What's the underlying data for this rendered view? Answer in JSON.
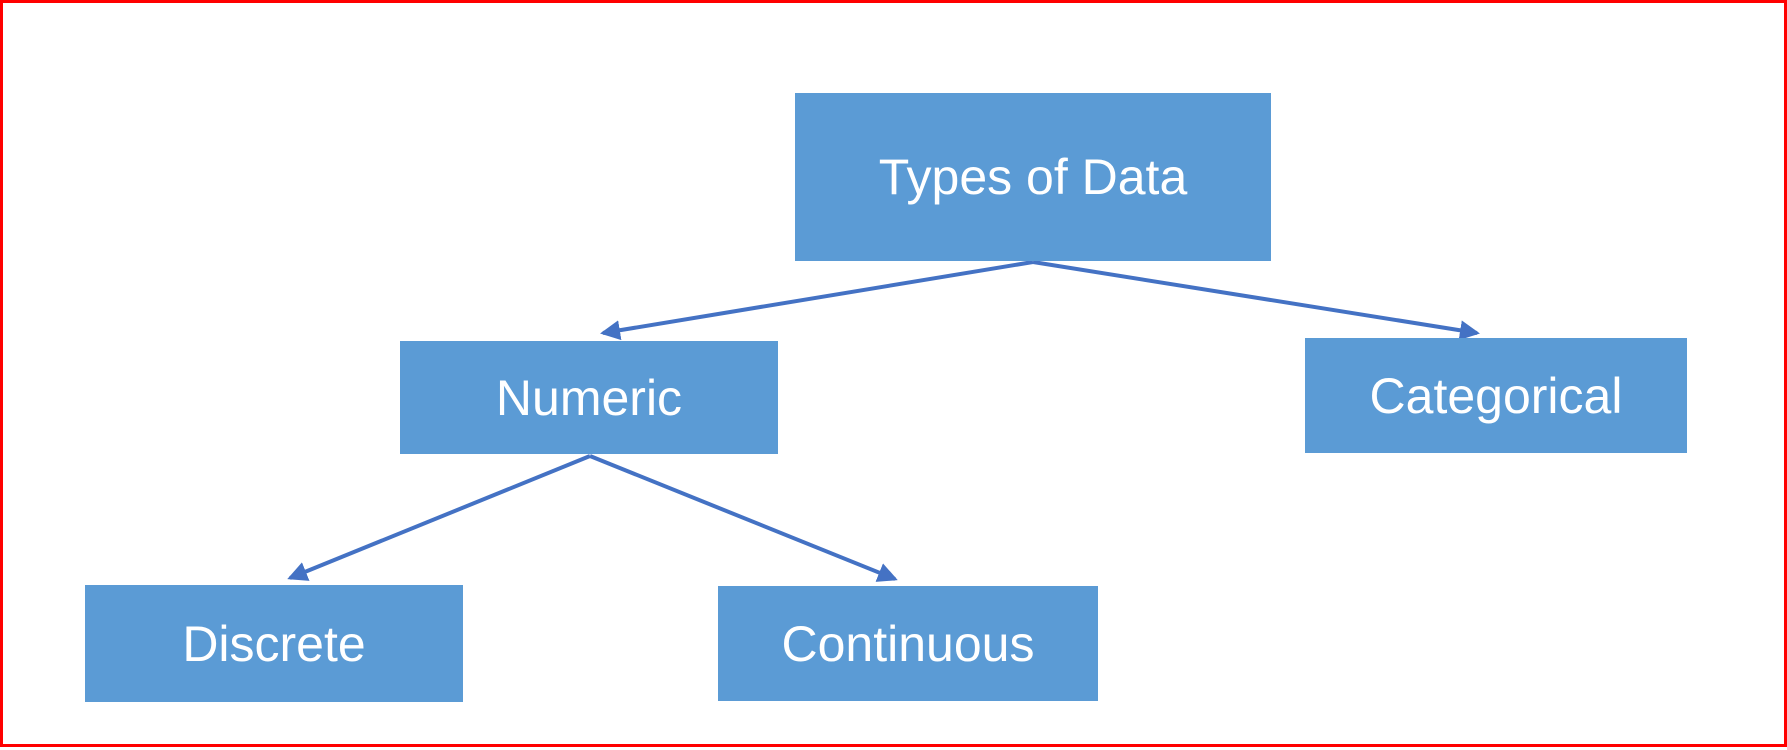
{
  "diagram": {
    "type": "tree",
    "title": "Types of Data hierarchy"
  },
  "nodes": [
    {
      "id": "types-of-data",
      "label": "Types of Data",
      "level": 0
    },
    {
      "id": "numeric",
      "label": "Numeric",
      "level": 1
    },
    {
      "id": "categorical",
      "label": "Categorical",
      "level": 1
    },
    {
      "id": "discrete",
      "label": "Discrete",
      "level": 2
    },
    {
      "id": "continuous",
      "label": "Continuous",
      "level": 2
    }
  ],
  "edges": [
    {
      "from": "types-of-data",
      "to": "numeric"
    },
    {
      "from": "types-of-data",
      "to": "categorical"
    },
    {
      "from": "numeric",
      "to": "discrete"
    },
    {
      "from": "numeric",
      "to": "continuous"
    }
  ],
  "colors": {
    "node_fill": "#5B9BD5",
    "node_text": "#FFFFFF",
    "arrow": "#4472C4",
    "frame_border": "#FF0000",
    "background": "#FFFFFF"
  }
}
